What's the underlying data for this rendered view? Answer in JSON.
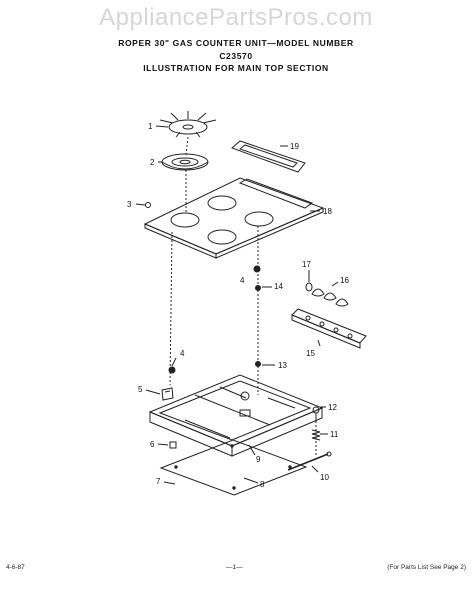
{
  "watermark": "AppliancePartsPros.com",
  "header": {
    "line1": "ROPER 30\" GAS COUNTER UNIT—MODEL NUMBER",
    "line2": "C23570",
    "line3": "ILLUSTRATION FOR MAIN TOP SECTION"
  },
  "callouts": {
    "p1": "1",
    "p2": "2",
    "p3": "3",
    "p4a": "4",
    "p4b": "4",
    "p5": "5",
    "p6": "6",
    "p7": "7",
    "p8": "8",
    "p9": "9",
    "p10": "10",
    "p11": "11",
    "p12": "12",
    "p13": "13",
    "p14": "14",
    "p15": "15",
    "p16": "16",
    "p17": "17",
    "p18": "18",
    "p19": "19"
  },
  "footer": {
    "date": "4-6-87",
    "page": "—1—",
    "note": "(For Parts List See Page 2)"
  }
}
